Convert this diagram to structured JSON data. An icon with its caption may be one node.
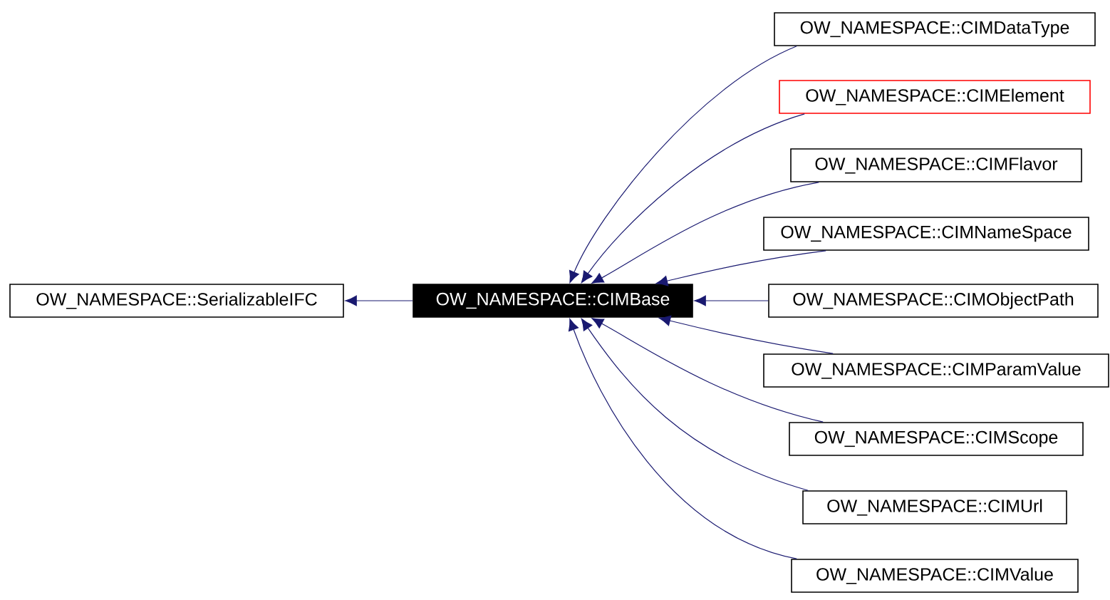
{
  "diagram": {
    "nodes": [
      {
        "text": [
          "OW_NAMESPACE::SerializableIFC"
        ]
      },
      {
        "text": [
          "OW_NAMESPACE::CIMBase"
        ]
      },
      {
        "text": [
          "OW_NAMESPACE::CIMDataType"
        ]
      },
      {
        "text": [
          "OW_NAMESPACE::CIMElement"
        ]
      },
      {
        "text": [
          "OW_NAMESPACE::CIMFlavor"
        ]
      },
      {
        "text": [
          "OW_NAMESPACE::CIMNameSpace"
        ]
      },
      {
        "text": [
          "OW_NAMESPACE::CIMObjectPath"
        ]
      },
      {
        "text": [
          "OW_NAMESPACE::CIMParamValue"
        ]
      },
      {
        "text": [
          "OW_NAMESPACE::CIMScope"
        ]
      },
      {
        "text": [
          "OW_NAMESPACE::CIMUrl"
        ]
      },
      {
        "text": [
          "OW_NAMESPACE::CIMValue"
        ]
      }
    ],
    "edges": [
      {
        "from": 1,
        "to": 0,
        "arrow": "to"
      },
      {
        "from": 2,
        "to": 1,
        "arrow": "to"
      },
      {
        "from": 3,
        "to": 1,
        "arrow": "to"
      },
      {
        "from": 4,
        "to": 1,
        "arrow": "to"
      },
      {
        "from": 5,
        "to": 1,
        "arrow": "to"
      },
      {
        "from": 6,
        "to": 1,
        "arrow": "to"
      },
      {
        "from": 7,
        "to": 1,
        "arrow": "to"
      },
      {
        "from": 8,
        "to": 1,
        "arrow": "to"
      },
      {
        "from": 9,
        "to": 1,
        "arrow": "to"
      },
      {
        "from": 10,
        "to": 1,
        "arrow": "to"
      }
    ]
  }
}
